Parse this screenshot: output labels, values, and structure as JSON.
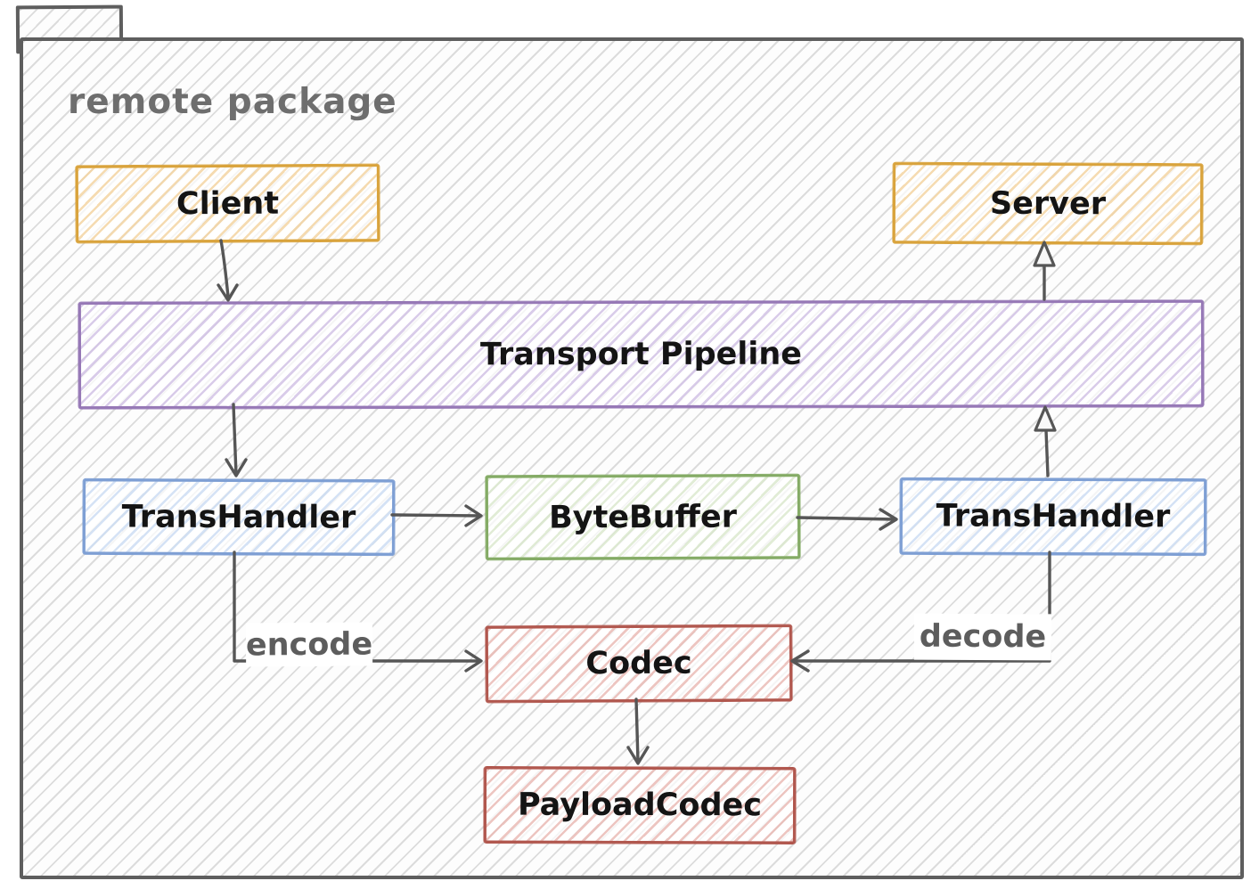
{
  "package": {
    "title": "remote package"
  },
  "nodes": {
    "client": {
      "label": "Client",
      "color": "#D9A33C",
      "hatch": "#E9AF5273"
    },
    "server": {
      "label": "Server",
      "color": "#D9A33C",
      "hatch": "#E9AF5273"
    },
    "pipeline": {
      "label": "Transport Pipeline",
      "color": "#9678B6",
      "hatch": "#B79ED687"
    },
    "transhandler_left": {
      "label": "TransHandler",
      "color": "#7E9FD4",
      "hatch": "#A9C5EB7D"
    },
    "bytebuffer": {
      "label": "ByteBuffer",
      "color": "#84AB65",
      "hatch": "#B6D29C69"
    },
    "transhandler_right": {
      "label": "TransHandler",
      "color": "#7E9FD4",
      "hatch": "#A9C5EB7D"
    },
    "codec": {
      "label": "Codec",
      "color": "#B1574E",
      "hatch": "#DE968E8C"
    },
    "payloadcodec": {
      "label": "PayloadCodec",
      "color": "#B1574E",
      "hatch": "#DE968E8C"
    }
  },
  "edges": [
    {
      "from": "Client",
      "to": "Transport Pipeline",
      "label": "",
      "arrowhead": "vee"
    },
    {
      "from": "Transport Pipeline",
      "to": "Server",
      "label": "",
      "arrowhead": "triangle"
    },
    {
      "from": "Transport Pipeline",
      "to": "TransHandler (left)",
      "label": "",
      "arrowhead": "vee"
    },
    {
      "from": "TransHandler (left)",
      "to": "ByteBuffer",
      "label": "",
      "arrowhead": "vee"
    },
    {
      "from": "ByteBuffer",
      "to": "TransHandler (right)",
      "label": "",
      "arrowhead": "vee"
    },
    {
      "from": "TransHandler (right)",
      "to": "Transport Pipeline",
      "label": "",
      "arrowhead": "triangle"
    },
    {
      "from": "TransHandler (left)",
      "to": "Codec",
      "label": "encode",
      "arrowhead": "vee"
    },
    {
      "from": "TransHandler (right)",
      "to": "Codec",
      "label": "decode",
      "arrowhead": "vee"
    },
    {
      "from": "Codec",
      "to": "PayloadCodec",
      "label": "",
      "arrowhead": "vee"
    }
  ],
  "colors": {
    "container_stroke": "#5E5E5E",
    "arrow_stroke": "#565656",
    "title_text": "#6E6E6E",
    "node_text": "#141414",
    "edge_label_text": "#5D5D5D",
    "background": "#FFFFFF",
    "hatch": "#DCDCDC"
  }
}
